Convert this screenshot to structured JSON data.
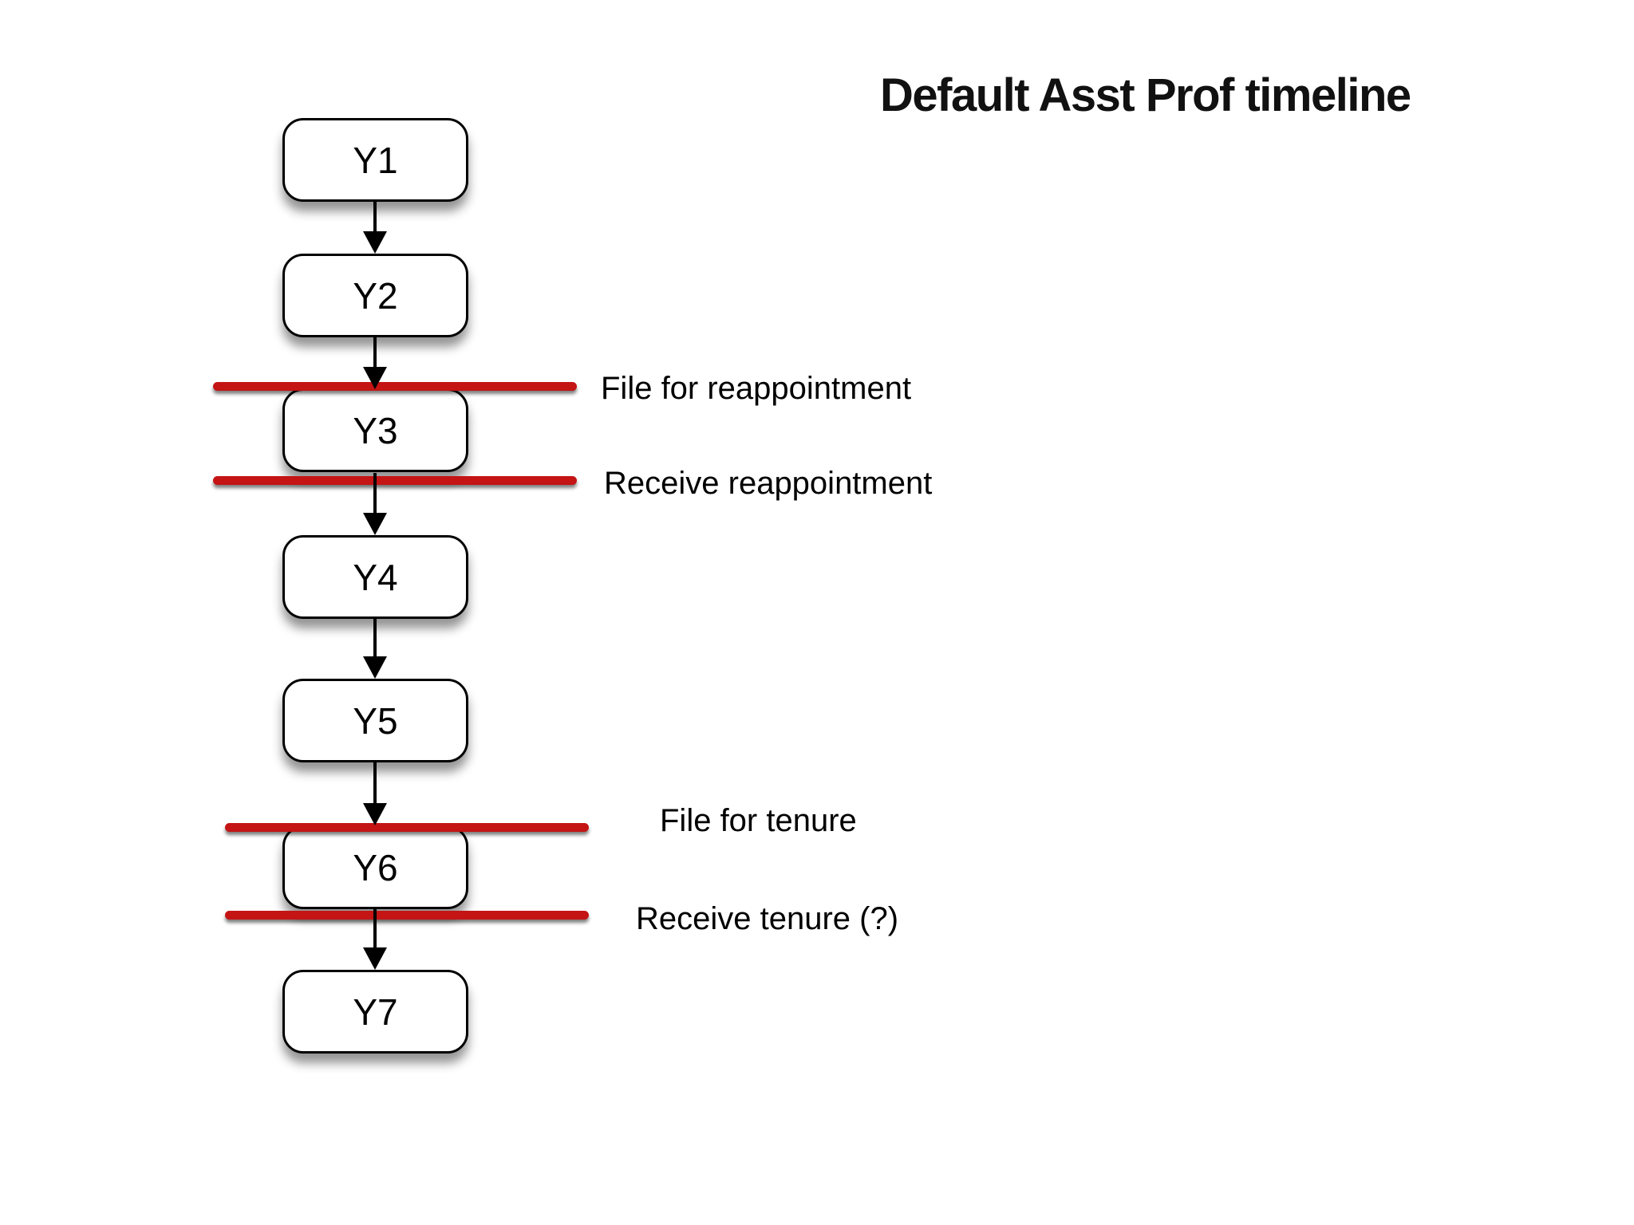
{
  "title": "Default Asst Prof timeline",
  "colors": {
    "milestone_red": "#c41414",
    "node_fill": "#ffffff",
    "node_border": "#000000",
    "text": "#000000",
    "background": "#ffffff"
  },
  "nodes": [
    {
      "label": "Y1"
    },
    {
      "label": "Y2"
    },
    {
      "label": "Y3"
    },
    {
      "label": "Y4"
    },
    {
      "label": "Y5"
    },
    {
      "label": "Y6"
    },
    {
      "label": "Y7"
    }
  ],
  "milestones": [
    {
      "label": "File for reappointment"
    },
    {
      "label": "Receive reappointment"
    },
    {
      "label": "File for tenure"
    },
    {
      "label": "Receive tenure (?)"
    }
  ]
}
